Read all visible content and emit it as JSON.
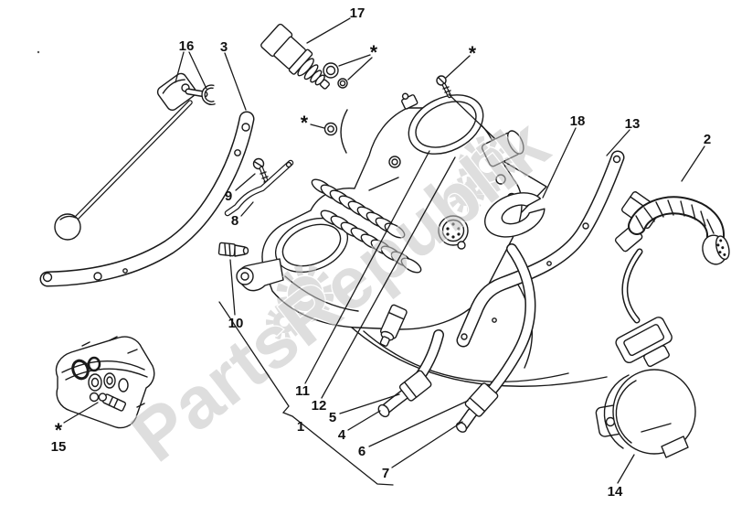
{
  "diagram": {
    "type": "exploded-parts-drawing",
    "subject": "throttle-body-assembly"
  },
  "colors": {
    "background": "#ffffff",
    "ink": "#1a1a1a",
    "watermark": "#c4c4c4"
  },
  "watermark": {
    "text": "PartsRepublik",
    "gear_icon": "gear"
  },
  "callouts": {
    "label_1": "1",
    "label_2": "2",
    "label_3": "3",
    "label_4": "4",
    "label_5": "5",
    "label_6": "6",
    "label_7": "7",
    "label_8": "8",
    "label_9": "9",
    "label_10": "10",
    "label_11": "11",
    "label_12": "12",
    "label_13": "13",
    "label_14": "14",
    "label_15": "15",
    "label_16": "16",
    "label_17": "17",
    "label_18": "18",
    "asterisk": "*"
  }
}
